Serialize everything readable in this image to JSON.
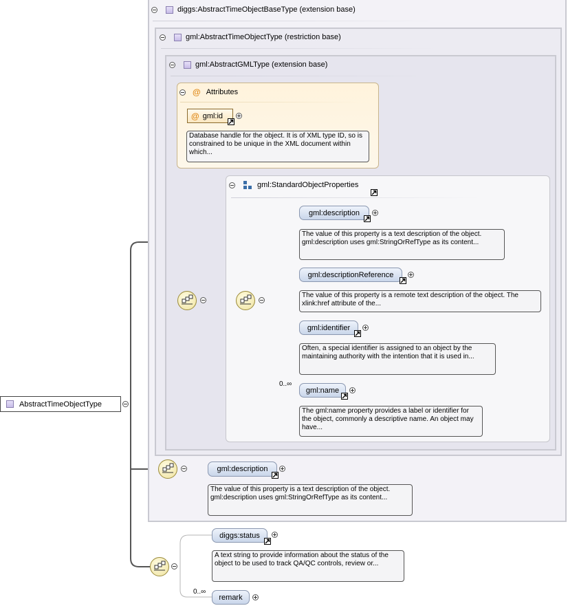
{
  "root": {
    "label": "AbstractTimeObjectType"
  },
  "ext_base": {
    "label": "diggs:AbstractTimeObjectBaseType (extension base)"
  },
  "restr_base": {
    "label": "gml:AbstractTimeObjectType (restriction base)"
  },
  "gml_base": {
    "label": "gml:AbstractGMLType (extension base)"
  },
  "attributes": {
    "title": "Attributes",
    "id_label": "gml:id",
    "id_doc": "Database handle for the object. It is of XML type ID, so is constrained to be unique in the XML document within which..."
  },
  "std_props": {
    "label": "gml:StandardObjectProperties",
    "items": [
      {
        "label": "gml:description",
        "doc": "The value of this property is a text description of the object. gml:description uses gml:StringOrRefType as its content..."
      },
      {
        "label": "gml:descriptionReference",
        "doc": "The value of this property is a remote text description of the object. The xlink:href attribute of the..."
      },
      {
        "label": "gml:identifier",
        "doc": "Often, a special identifier is assigned to an object by the maintaining authority with the intention that it is used in..."
      },
      {
        "label": "gml:name",
        "doc": "The gml:name property provides a label or identifier for the object, commonly a descriptive name. An object may have...",
        "occurs": "0..∞"
      }
    ]
  },
  "restr_description": {
    "label": "gml:description",
    "doc": "The value of this property is a text description of the object. gml:description uses gml:StringOrRefType as its content..."
  },
  "diggs_seq": {
    "status_label": "diggs:status",
    "status_doc": "A text string to provide information about the status of the object to be used to track QA/QC controls, review or...",
    "remark_label": "remark",
    "remark_occurs": "0..∞"
  },
  "icons": {
    "type": "complex-type-icon",
    "collapse": "collapse-icon",
    "expand": "expand-icon",
    "sequence": "sequence-compositor-icon",
    "link": "reference-link-icon",
    "attribute": "attribute-at-icon",
    "group": "group-icon"
  }
}
